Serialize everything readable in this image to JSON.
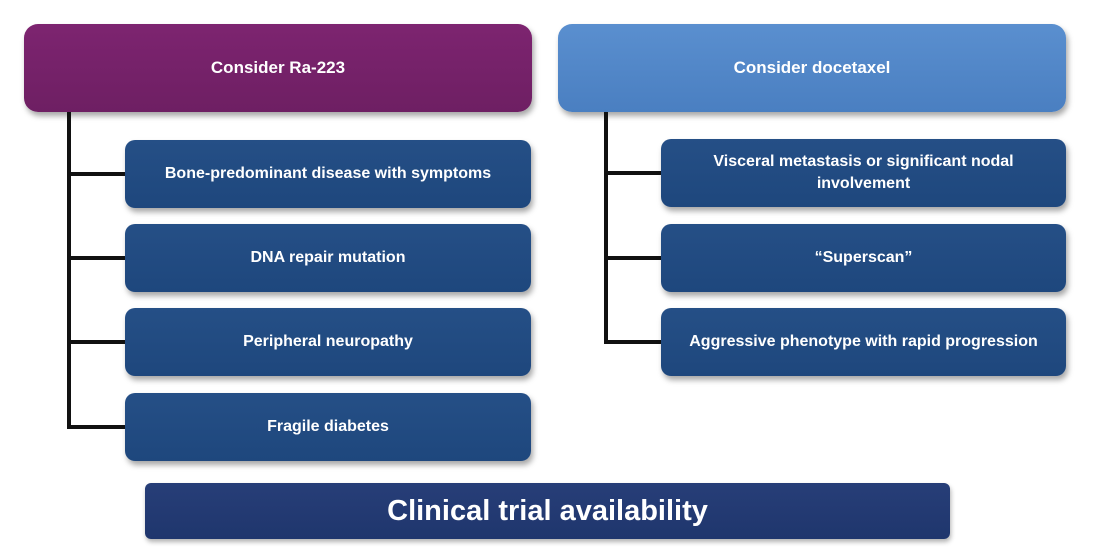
{
  "left_branch": {
    "header": "Consider Ra-223",
    "items": [
      "Bone-predominant disease with symptoms",
      "DNA repair mutation",
      "Peripheral neuropathy",
      "Fragile diabetes"
    ]
  },
  "right_branch": {
    "header": "Consider docetaxel",
    "items": [
      "Visceral metastasis or significant nodal involvement",
      "“Superscan”",
      "Aggressive phenotype with rapid progression"
    ]
  },
  "footer": "Clinical trial availability",
  "colors": {
    "left_header": "#6e1f63",
    "right_header": "#4a7fc1",
    "item_box": "#1e477d",
    "footer_box": "#1f366d",
    "connector": "#111111"
  }
}
